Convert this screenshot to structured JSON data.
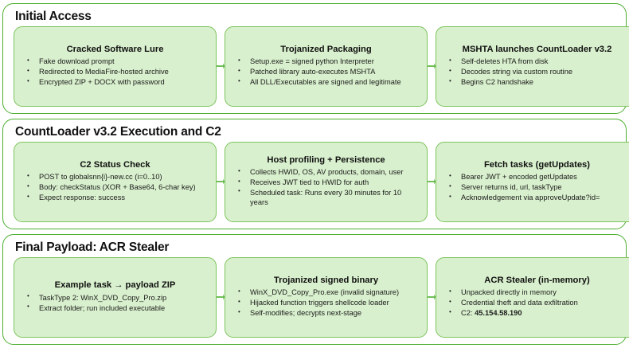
{
  "diagram": {
    "title_colors": {
      "panel_border": "#4caf2f",
      "node_border": "#7cc45c",
      "node_fill": "#d8f0cd",
      "arrow": "#4caf2f"
    },
    "panels": [
      {
        "title": "Initial Access",
        "nodes": [
          {
            "title": "Cracked Software Lure",
            "bullets": [
              "Fake download prompt",
              "Redirected to MediaFire-hosted archive",
              "Encrypted ZIP + DOCX with password"
            ]
          },
          {
            "title": "Trojanized Packaging",
            "bullets": [
              "Setup.exe = signed python Interpreter",
              "Patched library auto-executes MSHTA",
              "All DLL/Executables are signed and legitimate"
            ]
          },
          {
            "title": "MSHTA launches CountLoader v3.2",
            "bullets": [
              "Self-deletes HTA from disk",
              "Decodes string via custom routine",
              "Begins C2 handshake"
            ]
          }
        ]
      },
      {
        "title": "CountLoader v3.2 Execution and C2",
        "nodes": [
          {
            "title": "C2 Status Check",
            "bullets": [
              "POST to globalsnn{i}-new.cc (i=0..10)",
              "Body: checkStatus (XOR + Base64, 6-char key)",
              "Expect response: success"
            ]
          },
          {
            "title": "Host profiling + Persistence",
            "bullets": [
              "Collects HWID, OS, AV products, domain, user",
              "Receives JWT tied to HWID for auth",
              "Scheduled task: Runs every 30 minutes for 10 years"
            ]
          },
          {
            "title": "Fetch tasks (getUpdates)",
            "bullets": [
              "Bearer JWT + encoded getUpdates",
              "Server returns id, url, taskType",
              "Acknowledgement via approveUpdate?id="
            ]
          }
        ]
      },
      {
        "title": "Final Payload: ACR Stealer",
        "nodes": [
          {
            "title": "Example task → payload ZIP",
            "bullets": [
              "TaskType 2: WinX_DVD_Copy_Pro.zip",
              "Extract folder; run included executable"
            ]
          },
          {
            "title": "Trojanized signed binary",
            "bullets": [
              "WinX_DVD_Copy_Pro.exe (invalid signature)",
              "Hijacked function triggers shellcode loader",
              "Self-modifies; decrypts next-stage"
            ]
          },
          {
            "title": "ACR Stealer (in-memory)",
            "bullets": [
              "Unpacked directly in memory",
              "Credential theft and data exfiltration",
              "C2: 45.154.58.190"
            ],
            "bold_tail": {
              "index": 2,
              "prefix": "C2: ",
              "strong": "45.154.58.190"
            }
          }
        ]
      }
    ]
  }
}
